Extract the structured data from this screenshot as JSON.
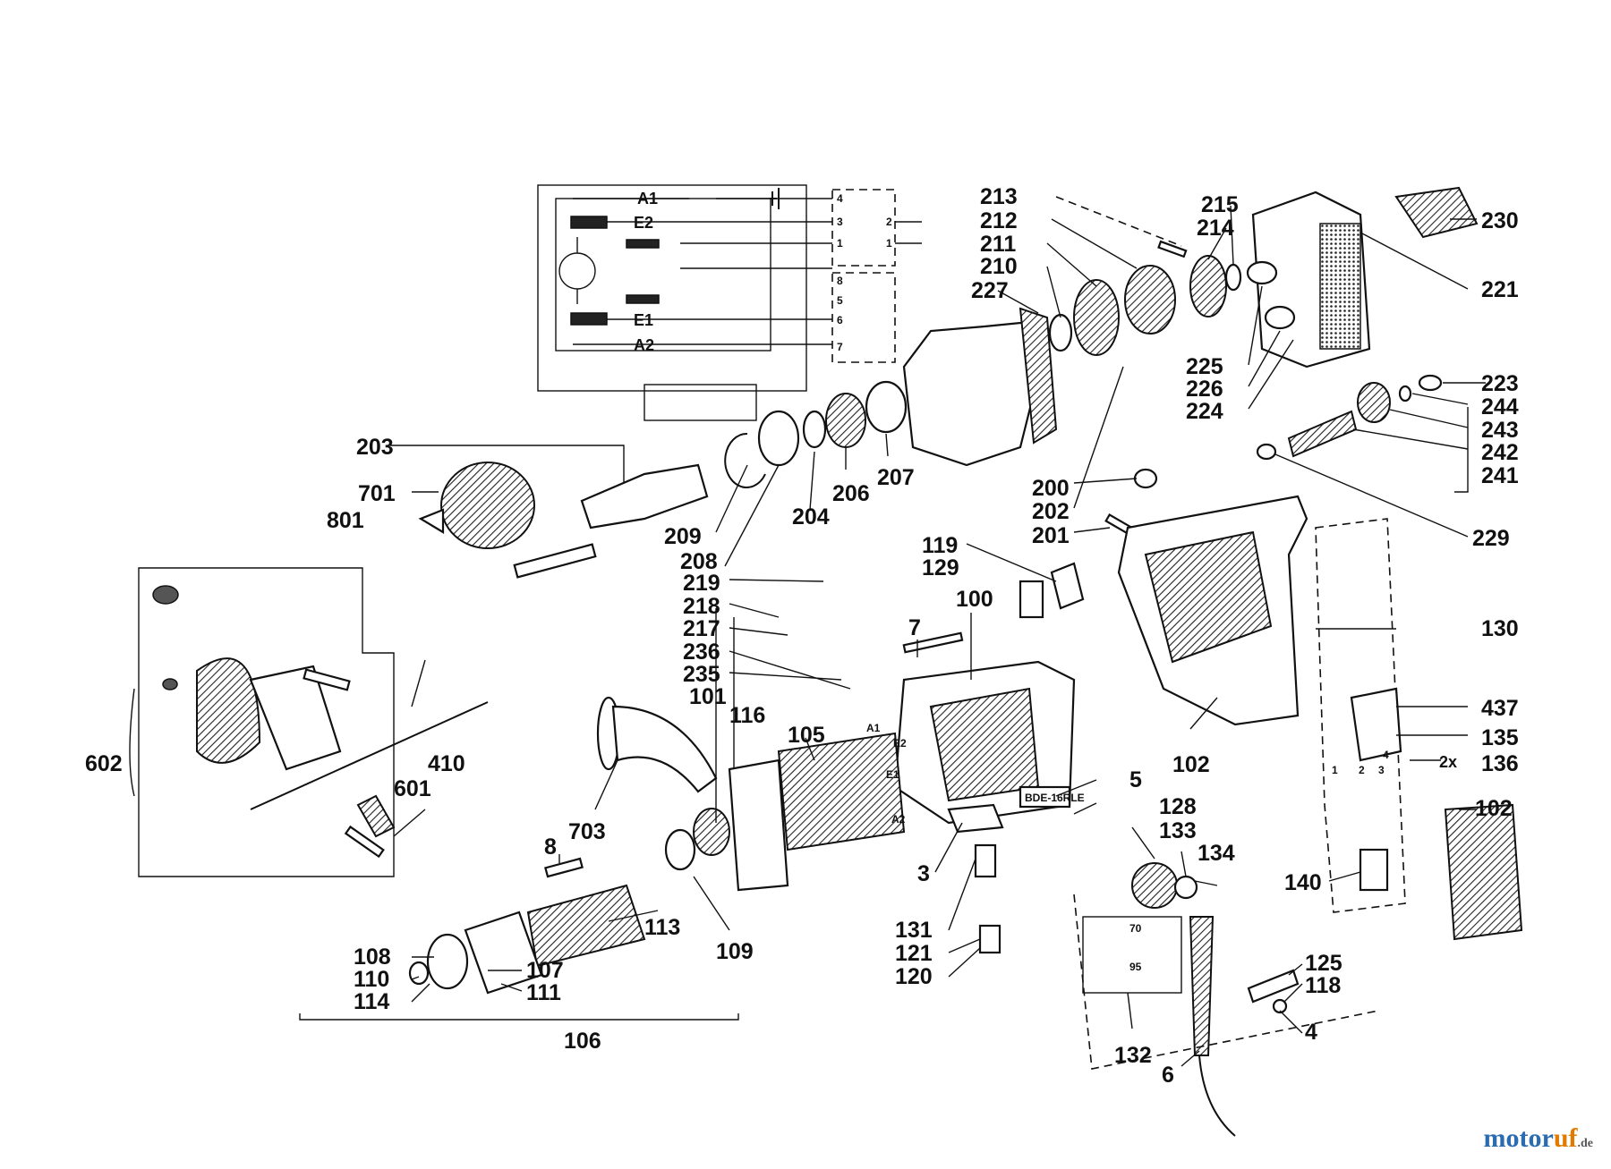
{
  "labels": {
    "p213": "213",
    "p212": "212",
    "p211": "211",
    "p210": "210",
    "p215": "215",
    "p214": "214",
    "p230": "230",
    "p221": "221",
    "p227": "227",
    "p225": "225",
    "p226": "226",
    "p224": "224",
    "p223": "223",
    "p244": "244",
    "p243": "243",
    "p242": "242",
    "p241": "241",
    "p229": "229",
    "p203": "203",
    "p701": "701",
    "p801": "801",
    "p209": "209",
    "p204": "204",
    "p206": "206",
    "p207": "207",
    "p208": "208",
    "p200": "200",
    "p202": "202",
    "p201": "201",
    "p119": "119",
    "p129": "129",
    "p219": "219",
    "p218": "218",
    "p217": "217",
    "p236": "236",
    "p235": "235",
    "p7": "7",
    "p100": "100",
    "p130": "130",
    "p101": "101",
    "p116": "116",
    "p105": "105",
    "p602": "602",
    "p410": "410",
    "p601": "601",
    "p703": "703",
    "p437": "437",
    "p135": "135",
    "p136": "136",
    "p2x": "2x",
    "p102": "102",
    "p102b": "102",
    "p5": "5",
    "p128": "128",
    "p133": "133",
    "p134": "134",
    "p3": "3",
    "p140": "140",
    "p8": "8",
    "p113": "113",
    "p109": "109",
    "p131": "131",
    "p121": "121",
    "p120": "120",
    "p108": "108",
    "p110": "110",
    "p114": "114",
    "p107": "107",
    "p111": "111",
    "p106": "106",
    "p125": "125",
    "p118": "118",
    "p4": "4",
    "p132": "132",
    "p6": "6"
  },
  "wiring": {
    "a1": "A1",
    "e2": "E2",
    "e1": "E1",
    "a2": "A2",
    "terminals": [
      "4",
      "3",
      "1",
      "8",
      "5",
      "6",
      "7",
      "2",
      "1"
    ]
  },
  "motor_terms": {
    "a1": "A1",
    "e2": "E2",
    "e1": "E1",
    "a2": "A2"
  },
  "rating_plate": "BDE-16RLE",
  "switch_terms": [
    "1",
    "2",
    "3",
    "4"
  ],
  "cable_marks": [
    "70",
    "95"
  ],
  "watermark": {
    "brand_a": "motor",
    "brand_b": "uf",
    "suffix": ".de"
  }
}
